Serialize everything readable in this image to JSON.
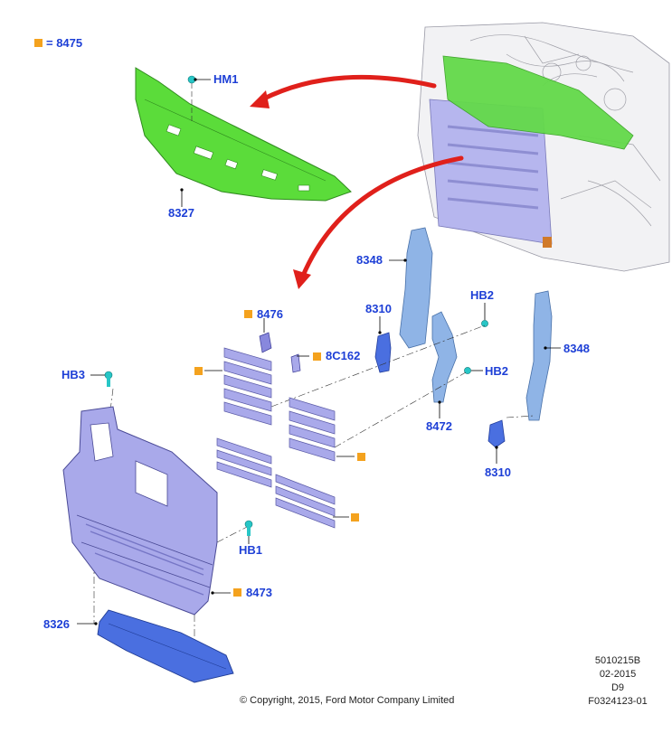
{
  "legend": {
    "text": "= 8475",
    "marker_color": "#f4a21e"
  },
  "labels": {
    "hm1": "HM1",
    "p8327": "8327",
    "p8348_top": "8348",
    "p8310_top": "8310",
    "hb2_top": "HB2",
    "p8476": "8476",
    "p8c162": "8C162",
    "hb3": "HB3",
    "hb2_mid": "HB2",
    "p8348_right": "8348",
    "p8472": "8472",
    "p8310_bottom": "8310",
    "hb1": "HB1",
    "p8473": "8473",
    "p8326": "8326"
  },
  "footer": {
    "copyright": "© Copyright, 2015, Ford Motor Company Limited",
    "code1": "5010215B",
    "date": "02-2015",
    "code2": "D9",
    "figure": "F0324123-01"
  },
  "colors": {
    "callout": "#1d3fd6",
    "arrow": "#e0201b",
    "green_part": "#5bdc3a",
    "purple_part": "#a9a9ea",
    "blue_part": "#4a6fe0",
    "lightblue_part": "#8fb4e6",
    "fastener": "#27c6c6",
    "marker": "#f4a21e"
  }
}
